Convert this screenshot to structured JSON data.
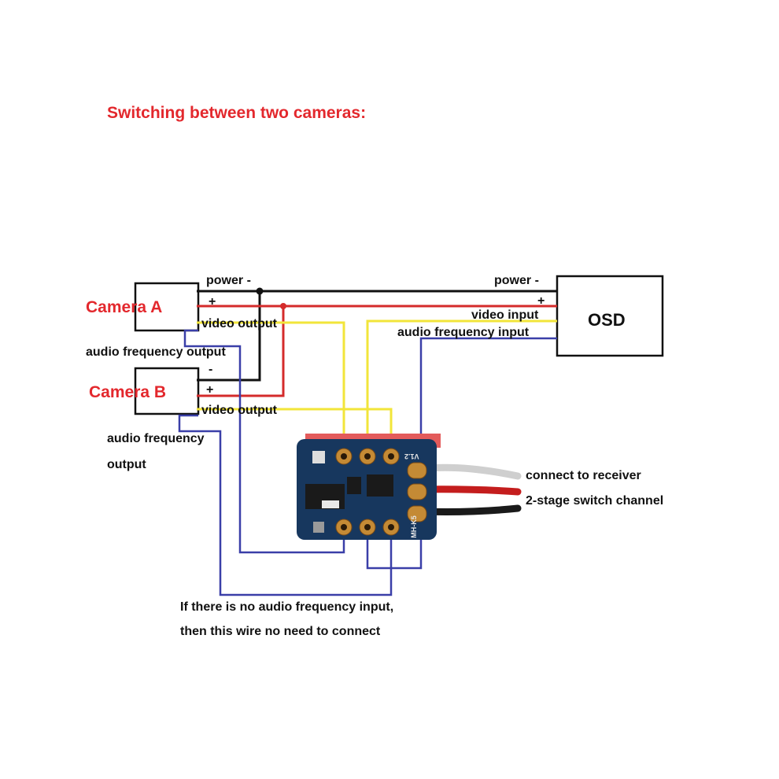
{
  "title": "Switching between two cameras:",
  "camera_a": {
    "name": "Camera A",
    "minus": "-",
    "plus": "+",
    "video": "video output",
    "audio": "audio frequency output"
  },
  "camera_b": {
    "name": "Camera B",
    "minus": "-",
    "plus": "+",
    "video": "video output",
    "audio_line1": "audio frequency",
    "audio_line2": "output"
  },
  "osd": {
    "name": "OSD",
    "power": "power -",
    "plus": "+",
    "video": "video input",
    "audio": "audio frequency input"
  },
  "camera_power_label": "power -",
  "receiver": {
    "line1": "connect to receiver",
    "line2": "2-stage switch channel"
  },
  "module": {
    "version": "V1.2",
    "model": "MH-K5"
  },
  "note": {
    "line1": "If there is no audio frequency input,",
    "line2": "then this wire no need to connect"
  },
  "colors": {
    "title": "#e3282d",
    "power": "#111111",
    "positive": "#d42b2b",
    "video": "#f2e53a",
    "audio": "#3a3fa8",
    "pcb": "#17375e",
    "pad": "#c48a35"
  }
}
